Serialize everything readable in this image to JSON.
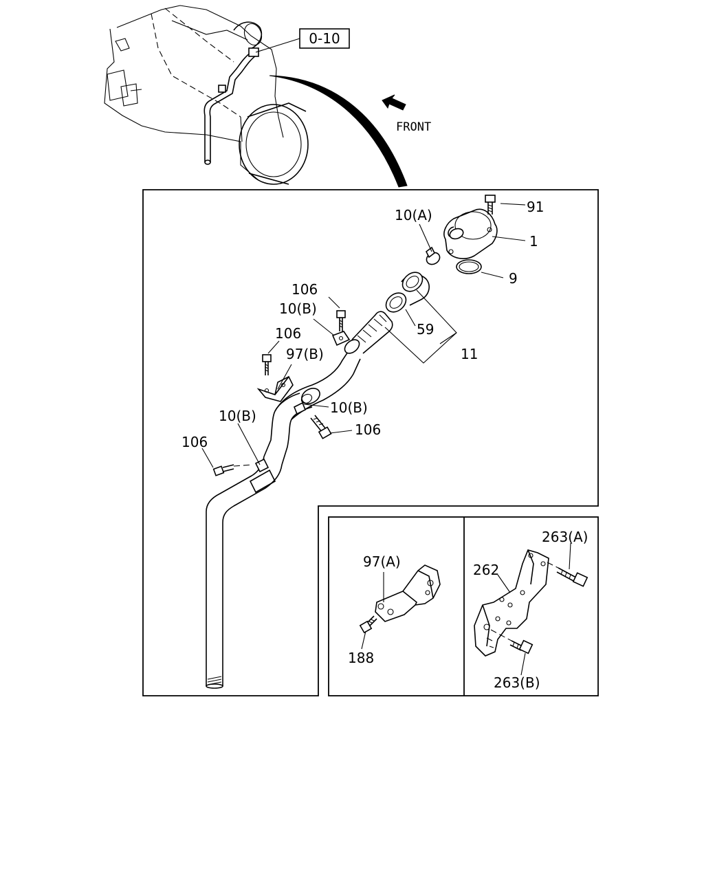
{
  "reference_box": "0-10",
  "front_label": "FRONT",
  "callouts": {
    "p91": "91",
    "p1": "1",
    "p10a": "10(A)",
    "p9": "9",
    "p106_top": "106",
    "p10b_top": "10(B)",
    "p59": "59",
    "p11": "11",
    "p106_left": "106",
    "p97b": "97(B)",
    "p10b_mid": "10(B)",
    "p106_mid": "106",
    "p10b_low": "10(B)",
    "p106_low": "106",
    "p97a": "97(A)",
    "p188": "188",
    "p262": "262",
    "p263a": "263(A)",
    "p263b": "263(B)"
  }
}
